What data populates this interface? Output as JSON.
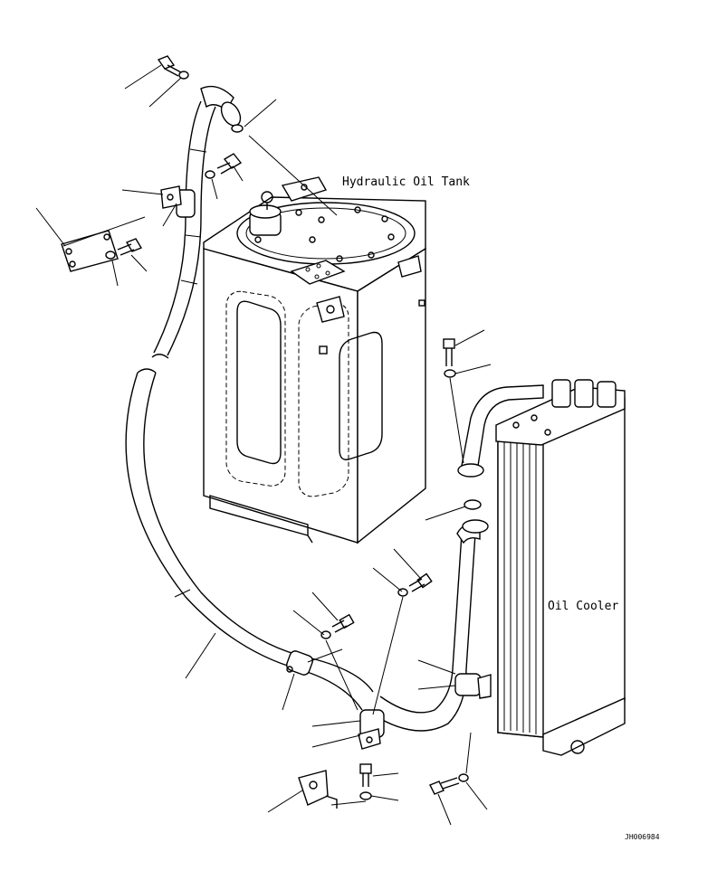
{
  "diagram": {
    "labels": {
      "hydraulic_oil_tank": "Hydraulic Oil Tank",
      "oil_cooler": "Oil Cooler"
    },
    "drawing_number": "JH006984",
    "line_color": "#000000",
    "background_color": "#ffffff"
  }
}
